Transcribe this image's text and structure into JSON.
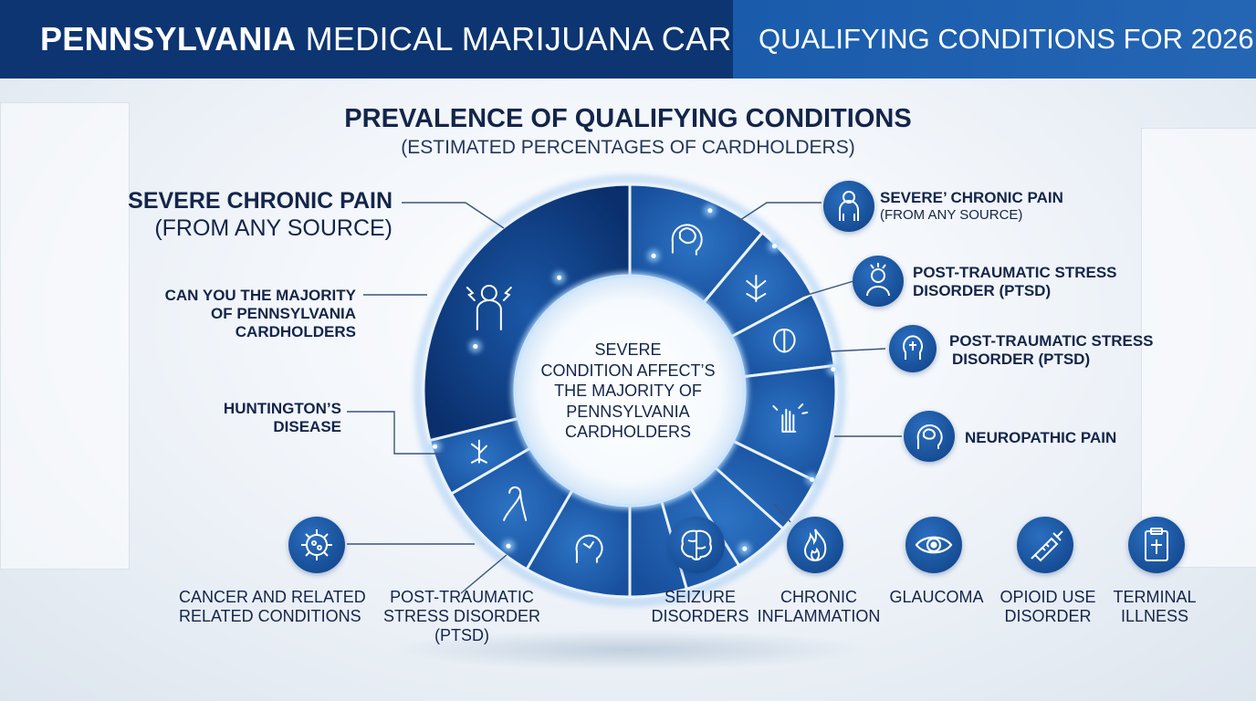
{
  "banner": {
    "title_bold": "PENNSYLVANIA",
    "title_rest": " MEDICAL MARIJUANA CARD",
    "subtitle": "QUALIFYING CONDITIONS FOR 2026"
  },
  "heading": {
    "title": "PREVALENCE OF QUALIFYING CONDITIONS",
    "subtitle": "(ESTIMATED PERCENTAGES OF CARDHOLDERS)"
  },
  "center": {
    "lines": [
      "SEVERE",
      "CONDITION AFFECT’S",
      "THE MAJORITY OF",
      "PENNSYLVANIA",
      "CARDHOLDERS"
    ]
  },
  "left_labels": {
    "pain_line1": "SEVERE CHRONIC PAIN",
    "pain_line2": "(FROM ANY SOURCE)",
    "majority": [
      "CAN YOU THE MAJORITY",
      "OF PENNSYLVANIA",
      "CARDHOLDERS"
    ],
    "huntington": [
      "HUNTINGTON’S",
      "DISEASE"
    ]
  },
  "right_labels": {
    "pain": [
      "SEVERE’ CHRONIC PAIN",
      "(FROM ANY SOURCE)"
    ],
    "ptsd1": [
      "POST-TRAUMATIC STRESS",
      "DISORDER (PTSD)"
    ],
    "ptsd2": [
      "POST-TRAUMATIC STRESS",
      "DISORDER (PTSD)"
    ],
    "neuro": "NEUROPATHIC PAIN"
  },
  "bottom_labels": {
    "cancer": [
      "CANCER AND RELATED",
      "RELATED CONDITIONS"
    ],
    "ptsd": [
      "POST-TRAUMATIC",
      "STRESS DISORDER",
      "(PTSD)"
    ],
    "seizure": [
      "SEIZURE",
      "DISORDERS"
    ],
    "inflammation": [
      "CHRONIC",
      "INFLAMMATION"
    ],
    "glaucoma": "GLAUCOMA",
    "opioid": [
      "OPIOID USE",
      "DISORDER"
    ],
    "terminal": [
      "TERMINAL",
      "ILLNESS"
    ]
  },
  "colors": {
    "navy": "#0d3572",
    "ring_dark": "#0c3678",
    "ring_mid": "#1c5aa8",
    "ring_light": "#2a6dbd",
    "glow": "#9fd2ff",
    "text": "#14254a"
  },
  "icons": {
    "ring": [
      "person-pain-icon",
      "brain-head-icon",
      "nerve-icon",
      "brain-icon",
      "hand-pain-icon",
      "neuron-icon",
      "ribbon-icon",
      "head-brain-icon"
    ],
    "right": [
      "person-icon",
      "stressed-person-icon",
      "head-icon",
      "brain-head-icon"
    ],
    "bottom": [
      "virus-icon",
      "brain-icon",
      "flame-icon",
      "eye-icon",
      "syringe-icon",
      "clipboard-cross-icon"
    ]
  }
}
